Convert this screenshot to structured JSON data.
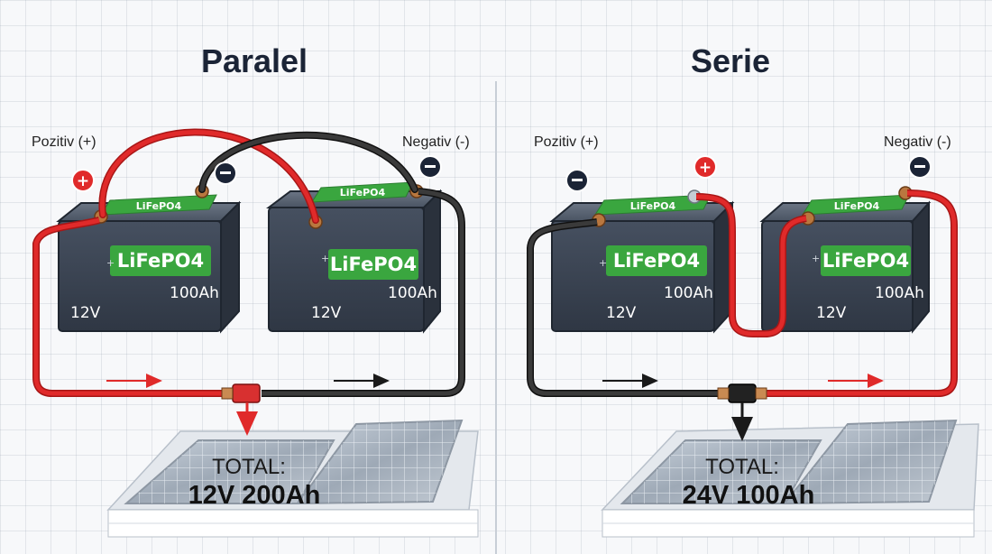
{
  "panels": {
    "parallel": {
      "title": "Paralel",
      "positive_label": "Pozitiv (+)",
      "negative_label": "Negativ (-)",
      "battery_1": {
        "brand": "LiFePO4",
        "voltage": "12V",
        "capacity": "100Ah"
      },
      "battery_2": {
        "brand": "LiFePO4",
        "voltage": "12V",
        "capacity": "100Ah"
      },
      "total_label": "TOTAL:",
      "total_value": "12V 200Ah"
    },
    "series": {
      "title": "Serie",
      "positive_label": "Pozitiv (+)",
      "negative_label": "Negativ (-)",
      "battery_1": {
        "brand": "LiFePO4",
        "voltage": "12V",
        "capacity": "100Ah"
      },
      "battery_2": {
        "brand": "LiFePO4",
        "voltage": "12V",
        "capacity": "100Ah"
      },
      "total_label": "TOTAL:",
      "total_value": "24V 100Ah"
    }
  },
  "colors": {
    "positive_cable": "#e02a2a",
    "negative_cable": "#2b2b2b",
    "battery_body": "#3c4655",
    "battery_label": "#3aa63f",
    "title": "#1b2436"
  },
  "icons": {
    "positive_terminal": "plus-circle-icon",
    "negative_terminal": "minus-circle-icon",
    "flow": "arrow-right-icon"
  }
}
